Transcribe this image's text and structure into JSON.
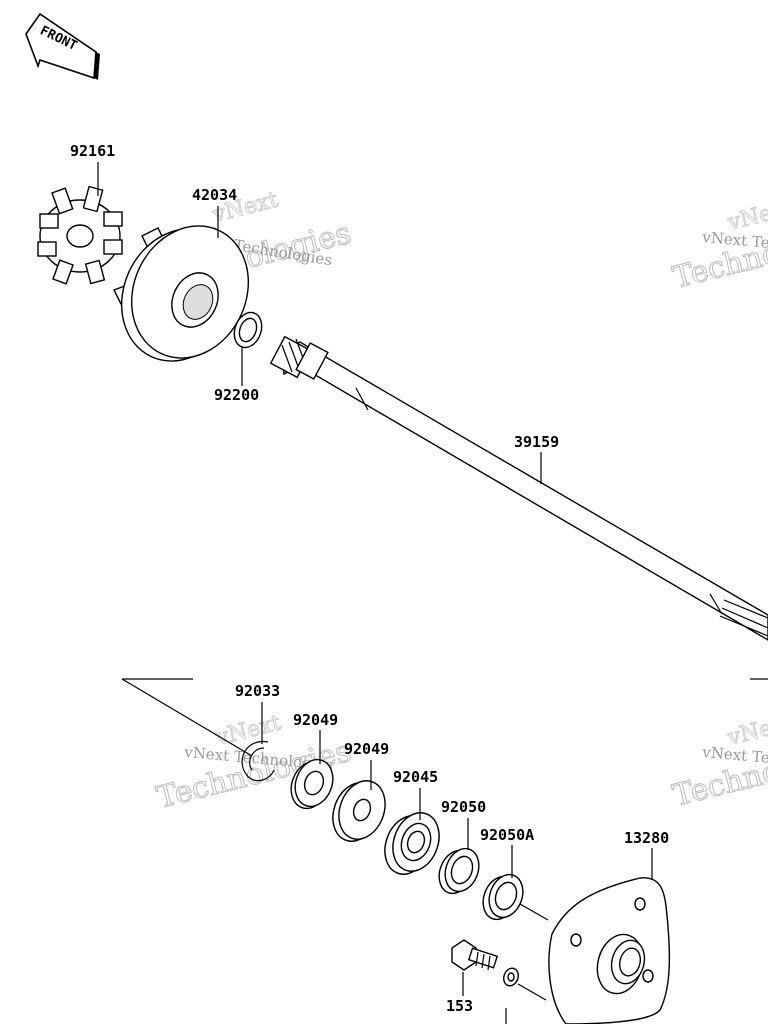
{
  "front_badge": {
    "text": "FRONT"
  },
  "watermark": {
    "line1": "vNext Technologies",
    "line2": "vNext",
    "line3": "Technologies"
  },
  "parts": [
    {
      "id": "part-92161",
      "number": "92161"
    },
    {
      "id": "part-42034",
      "number": "42034"
    },
    {
      "id": "part-92200",
      "number": "92200"
    },
    {
      "id": "part-39159",
      "number": "39159"
    },
    {
      "id": "part-92033",
      "number": "92033"
    },
    {
      "id": "part-92049-a",
      "number": "92049"
    },
    {
      "id": "part-92049-b",
      "number": "92049"
    },
    {
      "id": "part-92045",
      "number": "92045"
    },
    {
      "id": "part-92050",
      "number": "92050"
    },
    {
      "id": "part-92050A",
      "number": "92050A"
    },
    {
      "id": "part-13280",
      "number": "13280"
    },
    {
      "id": "part-153",
      "number": "153"
    }
  ]
}
